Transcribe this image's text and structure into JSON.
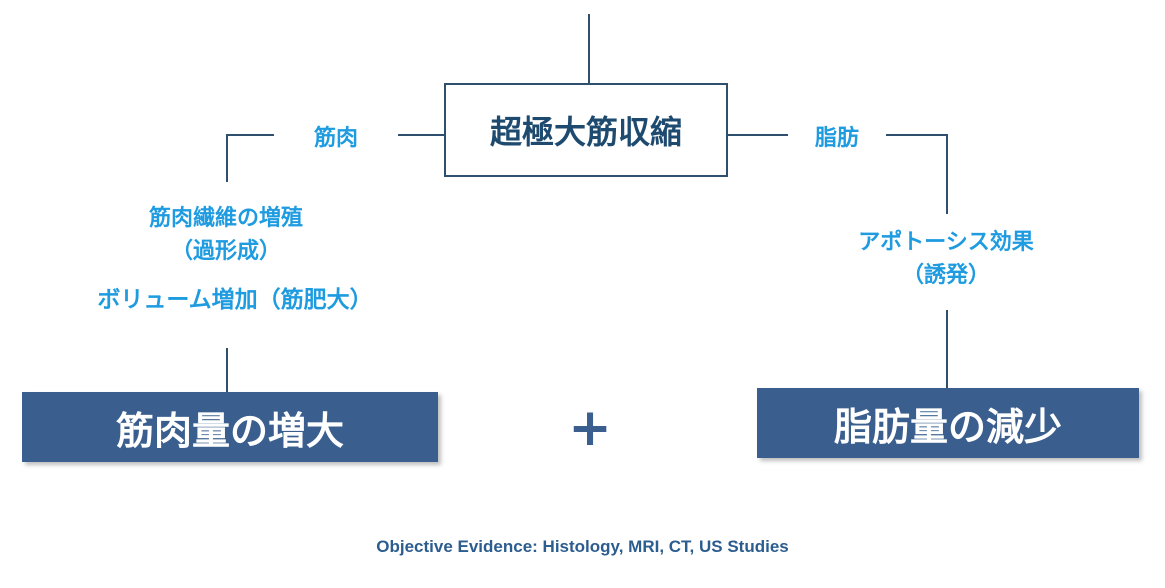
{
  "diagram": {
    "top_title": "超極大筋収縮",
    "left_branch_label": "筋肉",
    "right_branch_label": "脂肪",
    "left_effect_line1": "筋肉繊維の増殖",
    "left_effect_line2": "（過形成）",
    "left_effect_line3": "ボリューム増加（筋肥大）",
    "right_effect_line1": "アポトーシス効果",
    "right_effect_line2": "（誘発）",
    "left_result": "筋肉量の増大",
    "right_result": "脂肪量の減少",
    "combine_symbol": "+",
    "footer": "Objective Evidence: Histology, MRI, CT, US Studies"
  },
  "colors": {
    "label_blue": "#1f9be0",
    "box_navy": "#3a5f8f",
    "line": "#2f4f6e"
  }
}
